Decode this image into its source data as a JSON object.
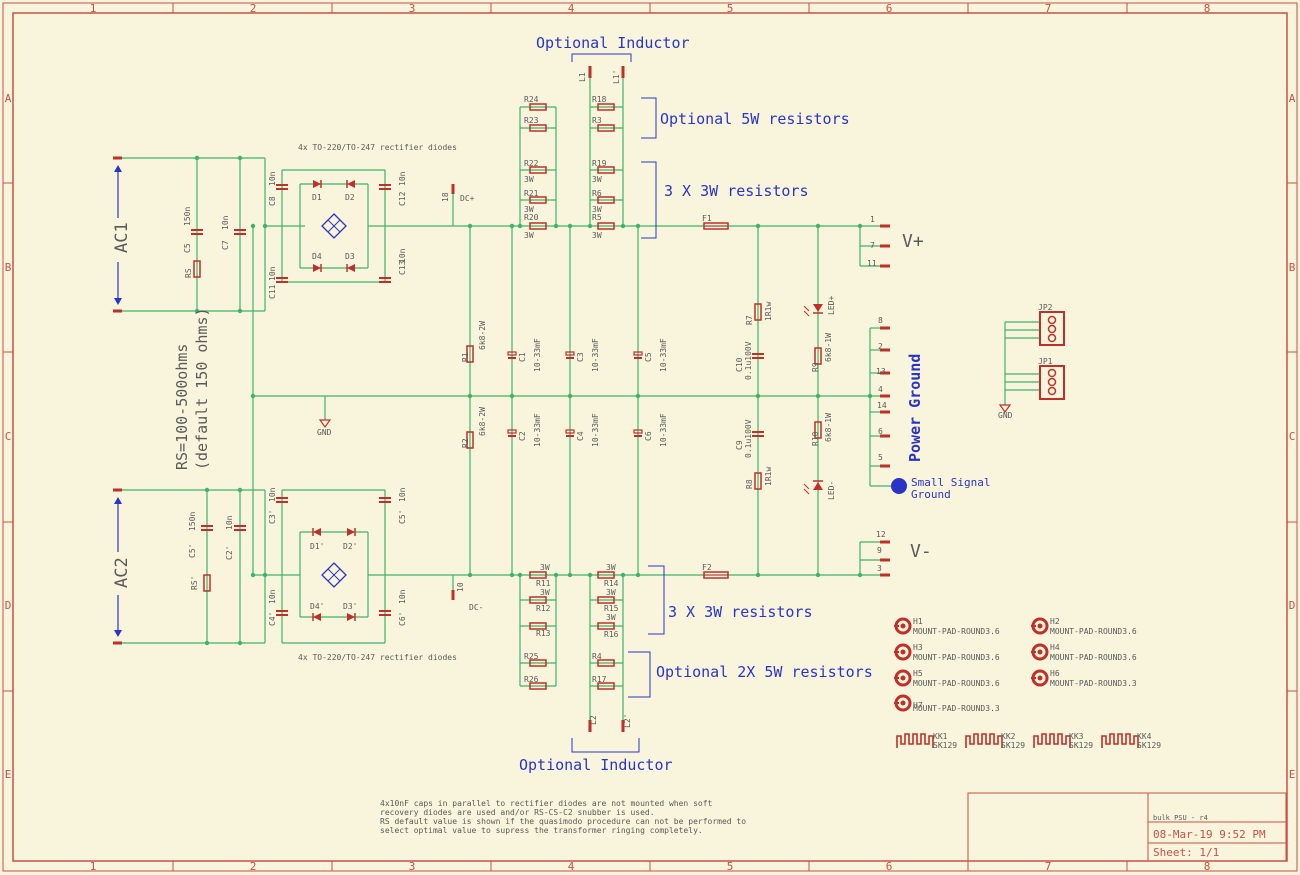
{
  "frame": {
    "cols": [
      "1",
      "2",
      "3",
      "4",
      "5",
      "6",
      "7",
      "8"
    ],
    "rows": [
      "A",
      "B",
      "C",
      "D",
      "E"
    ]
  },
  "annotations": {
    "optional_inductor_top": "Optional Inductor",
    "optional_inductor_bottom": "Optional Inductor",
    "optional_5w": "Optional 5W resistors",
    "three_3w_top": "3 X 3W resistors",
    "three_3w_bottom": "3 X 3W resistors",
    "optional_2x5w": "Optional 2X 5W resistors",
    "rs_range": "RS=100-500ohms",
    "rs_default": "(default 150 ohms)",
    "power_ground": "Power Ground",
    "small_signal_1": "Small Signal",
    "small_signal_2": "Ground",
    "vplus": "V+",
    "vminus": "V-",
    "ac1": "AC1",
    "ac2": "AC2",
    "diodes_top": "4x TO-220/TO-247 rectifier diodes",
    "diodes_bottom": "4x TO-220/TO-247 rectifier diodes",
    "gnd": "GND",
    "gnd2": "GND",
    "dcplus": "DC+",
    "dcminus": "DC-",
    "pin18": "18",
    "pin10": "10"
  },
  "notes": [
    "4x10nF caps in parallel to rectifier diodes are not mounted when soft",
    "recovery diodes are used and/or RS-CS-C2 snubber is used.",
    "RS default value is shown if the quasimodo procedure can not be performed to",
    " select optimal value to supress the transformer ringing completely."
  ],
  "title_block": {
    "name": "bulk PSU - r4",
    "date": "08-Mar-19 9:52 PM",
    "sheet": "Sheet:  1/1"
  },
  "labels": [
    "C5",
    "150n",
    "RS",
    "C7",
    "10n",
    "C8",
    "10n",
    "C12",
    "10n",
    "C11",
    "10n",
    "C13",
    "10n",
    "D1",
    "D2",
    "D4",
    "D3",
    "R1",
    "6k8-2W",
    "R2",
    "6k8-2W",
    "C1",
    "10-33mF",
    "C2",
    "10-33mF",
    "C3",
    "10-33mF",
    "C4",
    "10-33mF",
    "C5",
    "10-33mF",
    "C6",
    "10-33mF",
    "R24",
    "R23",
    "R22",
    "3W",
    "R21",
    "3W",
    "R20",
    "3W",
    "R18",
    "R3",
    "R19",
    "3W",
    "R6",
    "3W",
    "R5",
    "3W",
    "L1",
    "L1'",
    "F1",
    "F2",
    "R7",
    "1R1w",
    "C10",
    "0.1u100V",
    "R9",
    "6k8-1W",
    "LED+",
    "C9",
    "0.1u100V",
    "R10",
    "6k8-1W",
    "R8",
    "1R1w",
    "LED-",
    "1",
    "7",
    "11",
    "8",
    "2",
    "13",
    "4",
    "14",
    "6",
    "5",
    "12",
    "9",
    "3",
    "C5'",
    "150n",
    "RS'",
    "C2'",
    "10n",
    "C3'",
    "10n",
    "C5'",
    "10n",
    "C4'",
    "10n",
    "C6'",
    "10n",
    "D1'",
    "D2'",
    "D4'",
    "D3'",
    "3W",
    "R11",
    "3W",
    "R12",
    "R13",
    "R25",
    "R26",
    "3W",
    "R14",
    "3W",
    "R15",
    "3W",
    "R16",
    "R4",
    "R17",
    "L2",
    "L2'",
    "JP2",
    "JP1",
    "H1",
    "MOUNT-PAD-ROUND3.6",
    "H2",
    "MOUNT-PAD-ROUND3.6",
    "H3",
    "MOUNT-PAD-ROUND3.6",
    "H4",
    "MOUNT-PAD-ROUND3.6",
    "H5",
    "MOUNT-PAD-ROUND3.6",
    "H6",
    "MOUNT-PAD-ROUND3.3",
    "H7",
    "MOUNT-PAD-ROUND3.3",
    "KK1",
    "SK129",
    "KK2",
    "SK129",
    "KK3",
    "SK129",
    "KK4",
    "SK129"
  ],
  "colors": {
    "background": "#f8f5dc",
    "frame": "#c8504a",
    "wire": "#3fb36a",
    "symbol": "#c0302a",
    "annotation": "#2a35c8",
    "text": "#5a5a5a"
  }
}
